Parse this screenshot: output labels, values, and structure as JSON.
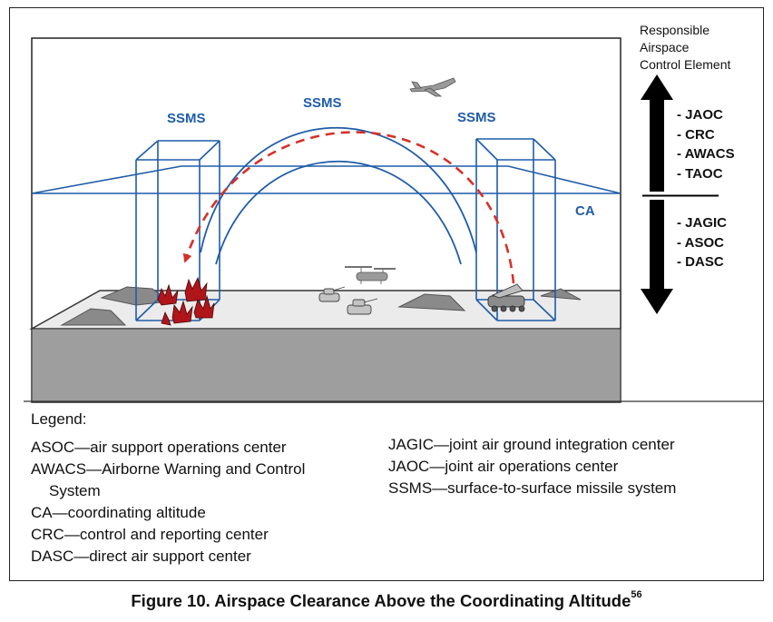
{
  "diagram": {
    "ssms_labels": [
      "SSMS",
      "SSMS",
      "SSMS"
    ],
    "ca_label": "CA",
    "line_color": "#1f5ca8",
    "trajectory_color": "#d6302a",
    "responsible": {
      "heading_lines": [
        "Responsible",
        "Airspace",
        "Control Element"
      ],
      "upper_elements": [
        "- JAOC",
        "- CRC",
        "- AWACS",
        "- TAOC"
      ],
      "lower_elements": [
        "- JAGIC",
        "- ASOC",
        "- DASC"
      ]
    }
  },
  "legend": {
    "title": "Legend:",
    "left": [
      "ASOC—air support operations center",
      "AWACS—Airborne Warning and Control",
      "System",
      "CA—coordinating altitude",
      "CRC—control and reporting center",
      "DASC—direct air support center"
    ],
    "right": [
      "JAGIC—joint air ground integration center",
      "JAOC—joint air operations center",
      "SSMS—surface-to-surface missile system"
    ]
  },
  "caption": {
    "text": "Figure 10. Airspace Clearance Above the Coordinating Altitude",
    "footnote": "56"
  }
}
